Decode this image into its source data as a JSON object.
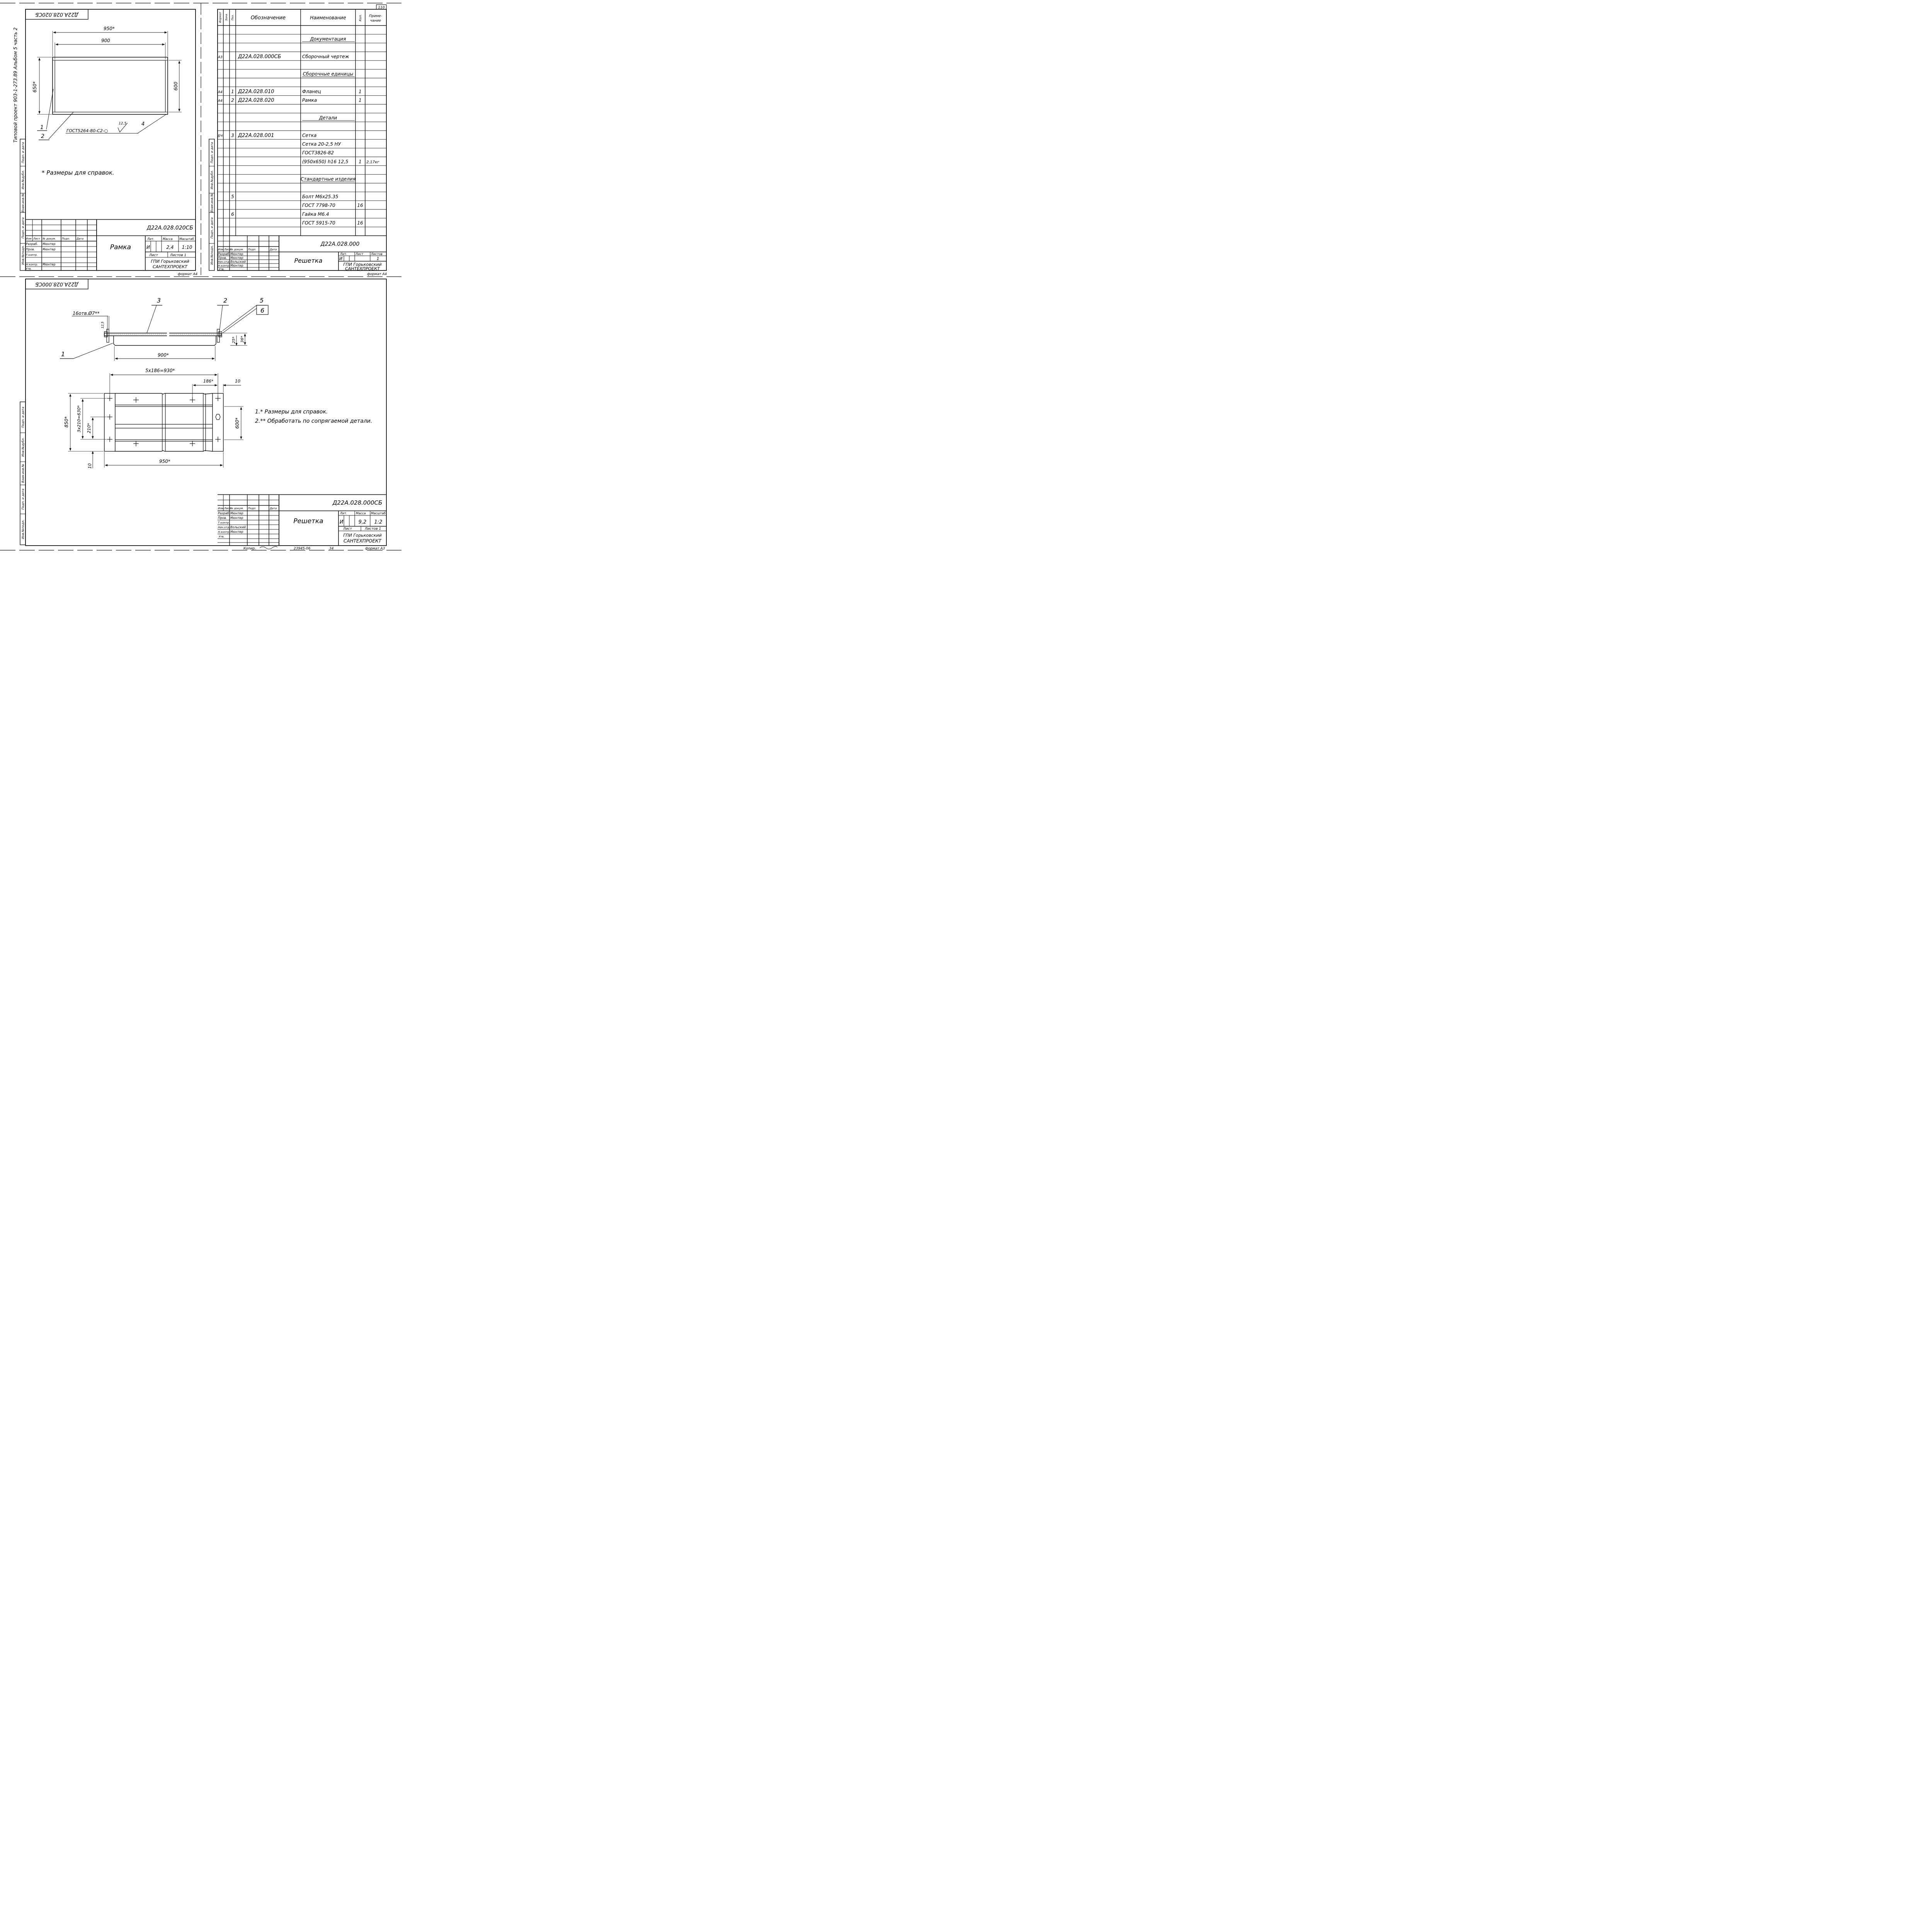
{
  "sheet_number": "110",
  "album_note": "Типовой проект 903-1-273.89 Альбом 5 часть 2",
  "side_labels": [
    "Инв.№подл.",
    "Подп. и дата",
    "Взам.инв.№",
    "Инв.№дубл.",
    "Подп. и дата"
  ],
  "frame": {
    "fmt": "формат А4",
    "fmt_a3": "формат А3",
    "col_izm": "Изм",
    "col_list": "Лист",
    "col_doc": "№ докум.",
    "col_podp": "Подп.",
    "col_date": "Дата",
    "row_razrab": "Разраб.",
    "row_prov": "Пров.",
    "row_tkontr": "Т.контр.",
    "row_nach": "Нач.отд.",
    "row_nkontr": "Н.контр.",
    "row_utv": "Утв.",
    "name_myunter": "Мюнтер",
    "name_volskiy": "Вольский",
    "lit": "Лит.",
    "massa": "Масса",
    "masshtab": "Масштаб",
    "list": "Лист",
    "listov": "Листов",
    "listov1": "Листов 1",
    "org_1": "ГПИ Горьковский",
    "org_2": "САНТЕХПРОЕКТ",
    "kopir": "Копир.",
    "archive": "23945-06",
    "archive_n": "34"
  },
  "sheet1": {
    "stamp_code": "Д22А.028.020СБ",
    "code": "Д22А.028.020СБ",
    "title": "Рамка",
    "lit_val": "И",
    "mass": "2,4",
    "scale": "1:10",
    "dim_950": "950*",
    "dim_900": "900",
    "dim_650": "650*",
    "dim_600": "600",
    "callout_1": "1",
    "callout_2": "2",
    "callout_4": "4",
    "weld": "ГОСТ5264-80-С2-○",
    "roughness": "12,5",
    "note": "* Размеры для справок."
  },
  "spec": {
    "h_format": "Формат",
    "h_zone": "Зона",
    "h_pos": "Поз.",
    "h_oboz": "Обозначение",
    "h_naim": "Наименование",
    "h_kol": "Кол.",
    "h_prim": "Приме-чание",
    "rows": [
      {
        "fmt": "",
        "zone": "",
        "pos": "",
        "oboz": "",
        "naim": ""
      },
      {
        "fmt": "",
        "zone": "",
        "pos": "",
        "oboz": "",
        "naim": "Документация",
        "section": true
      },
      {
        "fmt": "",
        "zone": "",
        "pos": "",
        "oboz": "",
        "naim": ""
      },
      {
        "fmt": "А3",
        "zone": "",
        "pos": "",
        "oboz": "Д22А.028.000СБ",
        "naim": "Сборочный чертеж"
      },
      {
        "fmt": "",
        "zone": "",
        "pos": "",
        "oboz": "",
        "naim": ""
      },
      {
        "fmt": "",
        "zone": "",
        "pos": "",
        "oboz": "",
        "naim": "Сборочные единицы",
        "section": true
      },
      {
        "fmt": "",
        "zone": "",
        "pos": "",
        "oboz": "",
        "naim": ""
      },
      {
        "fmt": "А4",
        "zone": "",
        "pos": "1",
        "oboz": "Д22А.028.010",
        "naim": "Фланец",
        "kol": "1"
      },
      {
        "fmt": "А4",
        "zone": "",
        "pos": "2",
        "oboz": "Д22А.028.020",
        "naim": "Рамка",
        "kol": "1"
      },
      {
        "fmt": "",
        "zone": "",
        "pos": "",
        "oboz": "",
        "naim": ""
      },
      {
        "fmt": "",
        "zone": "",
        "pos": "",
        "oboz": "",
        "naim": "Детали",
        "section": true
      },
      {
        "fmt": "",
        "zone": "",
        "pos": "",
        "oboz": "",
        "naim": ""
      },
      {
        "fmt": "БЧ",
        "zone": "",
        "pos": "3",
        "oboz": "Д22А.028.001",
        "naim": "Сетка"
      },
      {
        "fmt": "",
        "zone": "",
        "pos": "",
        "oboz": "",
        "naim": "Сетка 20-2,5 НУ"
      },
      {
        "fmt": "",
        "zone": "",
        "pos": "",
        "oboz": "",
        "naim": "ГОСТ3826-82"
      },
      {
        "fmt": "",
        "zone": "",
        "pos": "",
        "oboz": "",
        "naim": "(950x650) h16 12,5",
        "kol": "1",
        "prim": "2,17кг"
      },
      {
        "fmt": "",
        "zone": "",
        "pos": "",
        "oboz": "",
        "naim": ""
      },
      {
        "fmt": "",
        "zone": "",
        "pos": "",
        "oboz": "",
        "naim": "Стандартные изделия",
        "section": true
      },
      {
        "fmt": "",
        "zone": "",
        "pos": "",
        "oboz": "",
        "naim": ""
      },
      {
        "fmt": "",
        "zone": "",
        "pos": "5",
        "oboz": "",
        "naim": "Болт М6x25.35"
      },
      {
        "fmt": "",
        "zone": "",
        "pos": "",
        "oboz": "",
        "naim": "ГОСТ 7798-70",
        "kol": "16"
      },
      {
        "fmt": "",
        "zone": "",
        "pos": "6",
        "oboz": "",
        "naim": "Гайка М6.4"
      },
      {
        "fmt": "",
        "zone": "",
        "pos": "",
        "oboz": "",
        "naim": "ГОСТ 5915-70",
        "kol": "16"
      },
      {
        "fmt": "",
        "zone": "",
        "pos": "",
        "oboz": "",
        "naim": ""
      }
    ],
    "stamp_code": "Д22А.028.000",
    "title": "Решетка",
    "list_val": "1"
  },
  "sheet3": {
    "stamp_code": "Д22А.028.000СБ",
    "code": "Д22А.028.000СБ",
    "title": "Решетка",
    "lit_val": "И",
    "mass": "9,2",
    "scale": "1:2",
    "holes": "16отв.Ø7**",
    "rough": "12,5",
    "d_36": "36*",
    "d_25": "25*",
    "d_900": "900*",
    "d_930": "5x186=930*",
    "d_186": "186*",
    "d_10a": "10",
    "d_850": "850*",
    "d_630": "3x210=630*",
    "d_210": "210*",
    "d_10b": "10",
    "d_600": "600*",
    "d_950": "950*",
    "c1": "1",
    "c2": "2",
    "c3": "3",
    "c5": "5",
    "c6": "6",
    "note1": "1.* Размеры для справок.",
    "note2": "2.** Обработать по сопрягаемой детали."
  }
}
